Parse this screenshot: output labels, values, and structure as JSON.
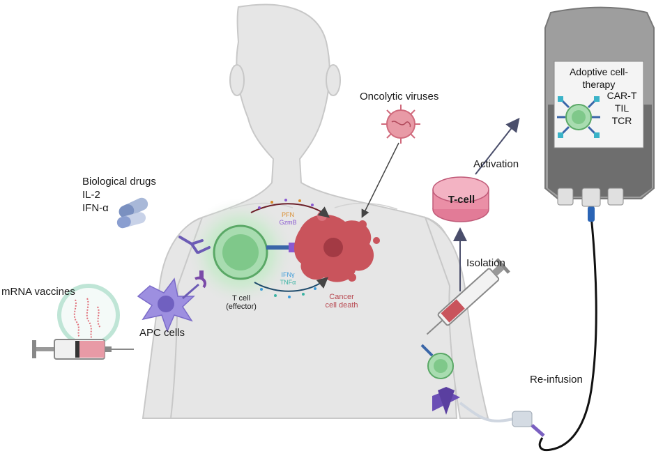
{
  "labels": {
    "oncolytic": "Oncolytic viruses",
    "biological_title": "Biological drugs",
    "il2": "IL-2",
    "ifn_alpha": "IFN-α",
    "mrna": "mRNA vaccines",
    "apc": "APC cells",
    "t_cell": "T cell",
    "effector": "(effector)",
    "cancer": "Cancer",
    "cell_death": "cell death",
    "pfn": "PFN",
    "gzmb": "GzmB",
    "ifny": "IFNγ",
    "tnfa": "TNFα",
    "tcell_dish": "T-cell",
    "isolation": "Isolation",
    "activation": "Activation",
    "reinfusion": "Re-infusion"
  },
  "bag": {
    "title_line1": "Adoptive cell-",
    "title_line2": "therapy",
    "items": [
      "CAR-T",
      "TIL",
      "TCR"
    ]
  },
  "colors": {
    "body": "#e6e6e6",
    "body_outline": "#c8c8c8",
    "tcell": "#7fc88a",
    "tcell_glow": "#9be0a3",
    "cancer": "#c9545c",
    "apc": "#9d8fe0",
    "dish": "#ea8fa6",
    "arrow": "#4a4e6b",
    "pfn": "#d98b2b",
    "gzmb": "#8a5ad1",
    "ifny": "#3b9ad9",
    "tnfa": "#3bb3a3"
  }
}
